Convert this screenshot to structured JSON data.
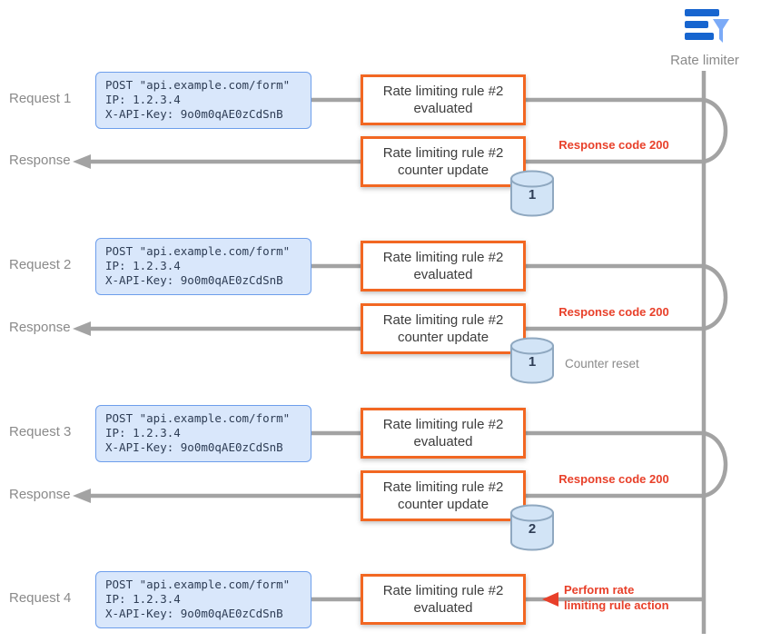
{
  "colors": {
    "accent_orange": "#f26722",
    "payload_border_blue": "#6d9eeb",
    "payload_bg_blue": "#d9e7fb",
    "wire_gray": "#a3a3a3",
    "alert_red": "#e8402a",
    "icon_blue": "#1765cf",
    "icon_light_blue": "#7baaf7",
    "db_fill": "#d2e4f6"
  },
  "actor": {
    "label": "Rate limiter"
  },
  "request_payload": {
    "line1": "POST \"api.example.com/form\"",
    "line2": "IP: 1.2.3.4",
    "line3": "X-API-Key: 9o0m0qAE0zCdSnB"
  },
  "boxes": {
    "evaluated": "Rate limiting rule #2 evaluated",
    "counter_update": "Rate limiting rule #2 counter update"
  },
  "row_labels": {
    "request1": "Request 1",
    "response1": "Response",
    "request2": "Request 2",
    "response2": "Response",
    "request3": "Request 3",
    "response3": "Response",
    "request4": "Request 4"
  },
  "counters": {
    "c1": "1",
    "c2": "1",
    "c3": "2"
  },
  "annotations": {
    "response1": "Response code 200",
    "response2": "Response code 200",
    "counter_reset": "Counter reset",
    "response3": "Response code 200",
    "action_line1": "Perform rate",
    "action_line2": "limiting rule action"
  }
}
